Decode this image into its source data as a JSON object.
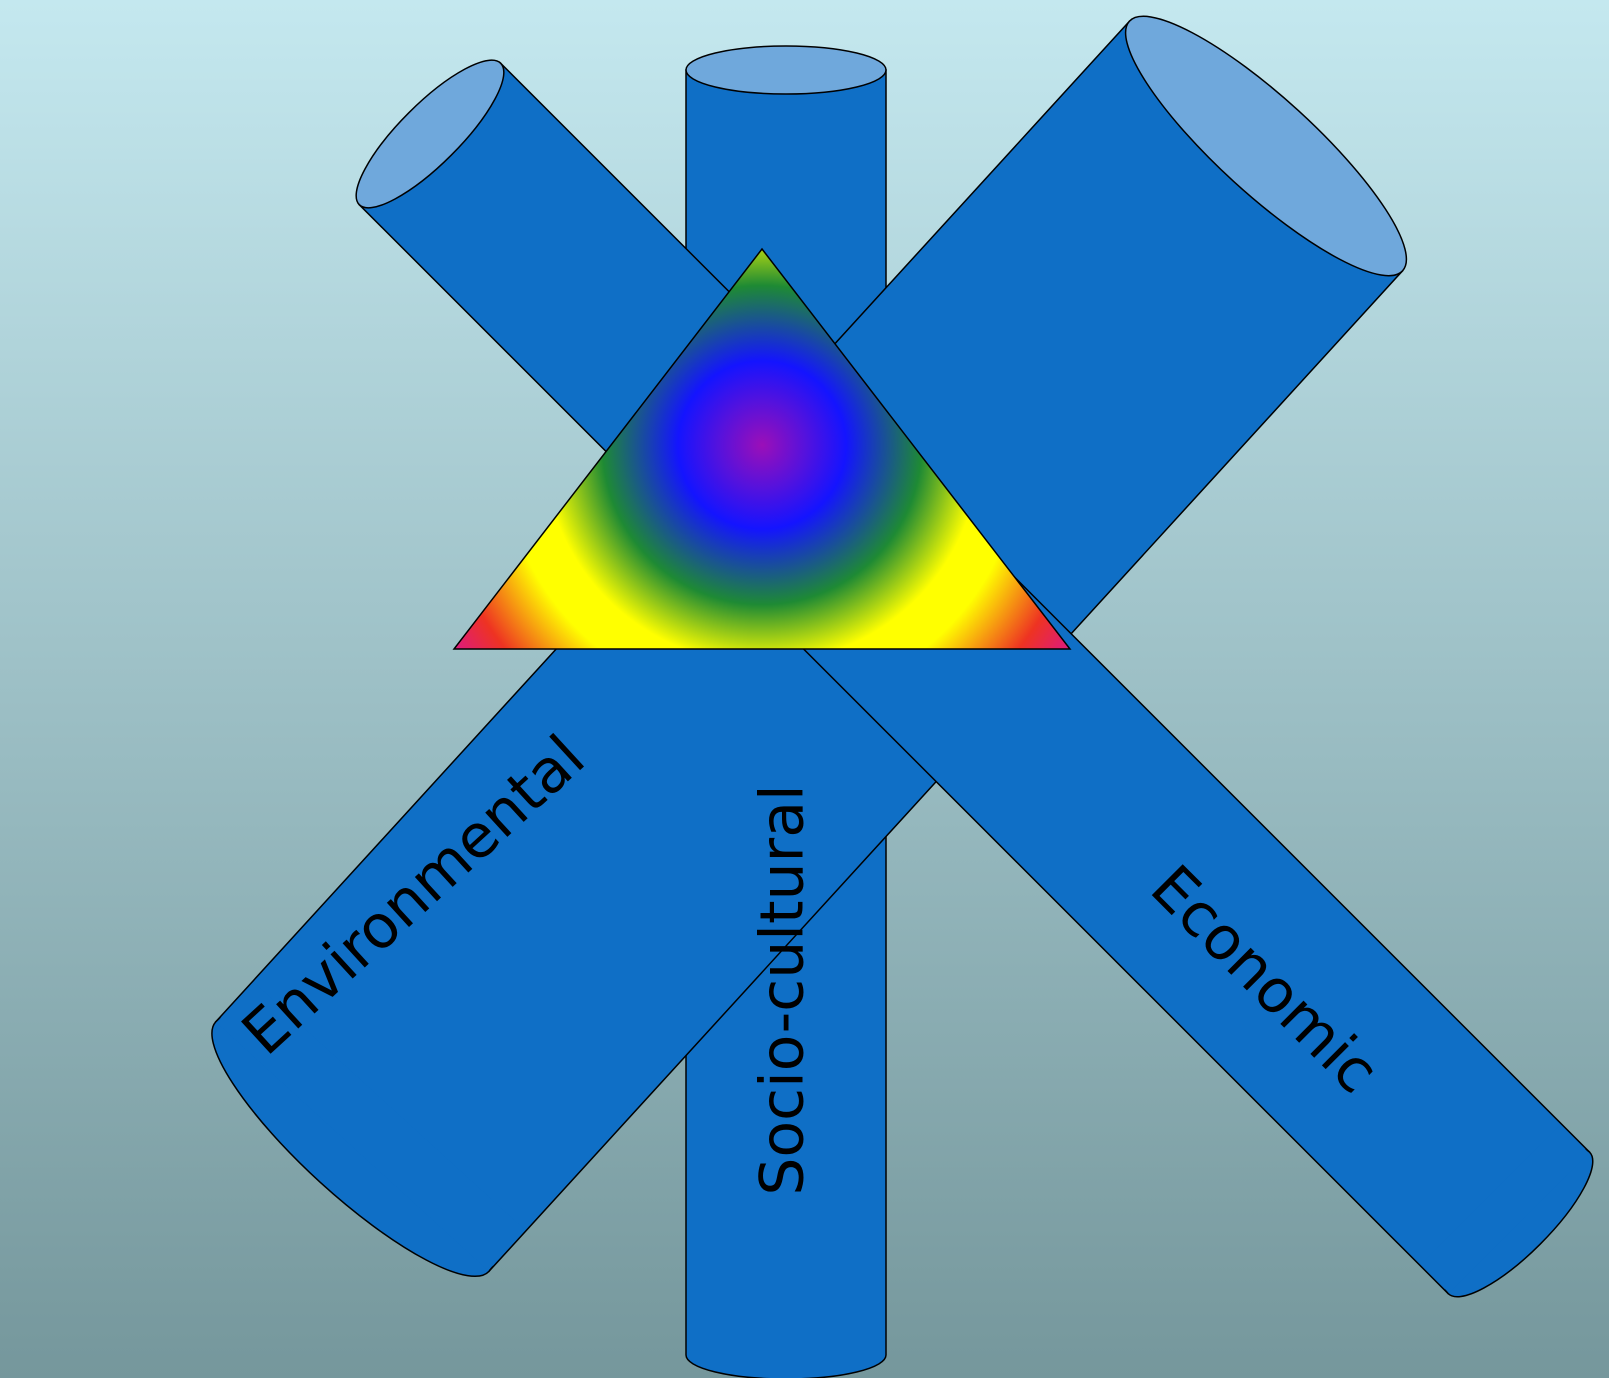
{
  "diagram": {
    "pillars": [
      {
        "id": "environmental",
        "label": "Environmental"
      },
      {
        "id": "socio-cultural",
        "label": "Socio-cultural"
      },
      {
        "id": "economic",
        "label": "Economic"
      }
    ]
  },
  "colors": {
    "background_top": "#c4e8ef",
    "background_bottom": "#75979c",
    "cylinder_body": "#0f6fc6",
    "cylinder_cap": "#6fa8dc",
    "outline": "#000000",
    "gradient_center": "#9b0fb8",
    "gradient_blue": "#1414ff",
    "gradient_green": "#1e8a34",
    "gradient_yellow": "#ffff00",
    "gradient_red": "#ee3322",
    "gradient_magenta": "#d60fa8"
  }
}
